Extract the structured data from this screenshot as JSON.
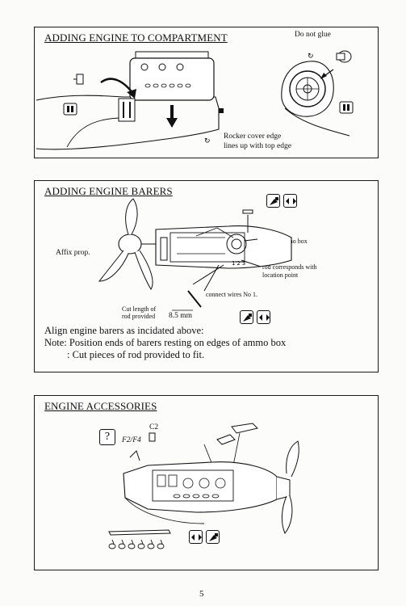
{
  "panel1": {
    "title": "ADDING ENGINE TO COMPARTMENT",
    "do_not_glue": "Do not glue",
    "rocker_line1": "Rocker cover edge",
    "rocker_line2": "lines up with top edge",
    "icons": [
      "glue-symbol-icon",
      "hand-cut-icon"
    ]
  },
  "panel2": {
    "title": "ADDING ENGINE BARERS",
    "affix_prop": "Affix prop.",
    "edge_ammo": "edge of ammo box",
    "rod_line1": "rod corresponds with",
    "rod_line2": "location point",
    "connect_wires": "connect wires No 1.",
    "cut_line1": "Cut length of",
    "cut_line2": "rod provided",
    "measure": "8.5 mm",
    "note_align": "Align engine barers as incidated above:",
    "note_position": "Note: Position ends of barers resting on edges of ammo box",
    "note_cut": ": Cut pieces of rod provided to fit."
  },
  "panel3": {
    "title": "ENGINE ACCESSORIES",
    "optional_mark": "?",
    "part_c2": "C2",
    "part_f2f4": "F2/F4"
  },
  "page_number": "5"
}
